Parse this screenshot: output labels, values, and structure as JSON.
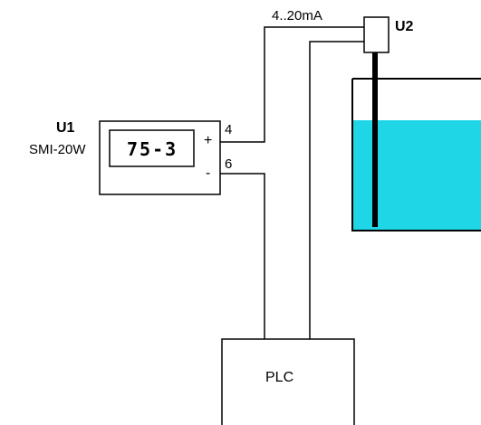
{
  "colors": {
    "line": "#000000",
    "liquid": "#1fd6e6",
    "background": "#ffffff"
  },
  "signal_label": "4..20mA",
  "u1": {
    "ref": "U1",
    "model": "SMI-20W",
    "display_value": "75-3",
    "terminal_plus": "+",
    "terminal_minus": "-",
    "terminal_a": "4",
    "terminal_b": "6"
  },
  "u2": {
    "ref": "U2"
  },
  "plc": {
    "label": "PLC"
  }
}
